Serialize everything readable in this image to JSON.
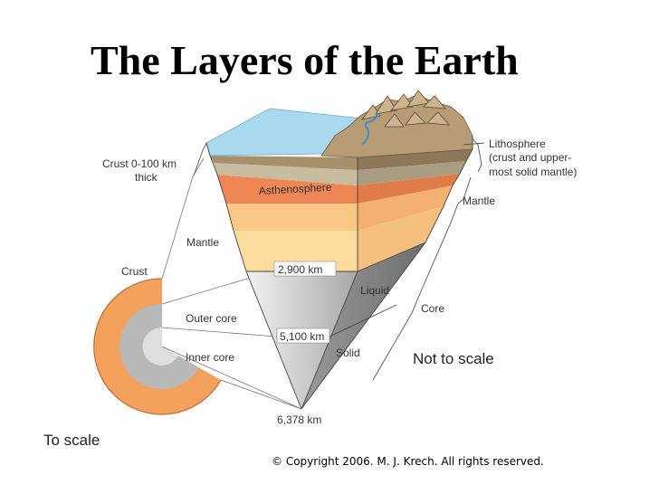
{
  "title": "The Layers of the Earth",
  "labels": {
    "crust_thickness_line1": "Crust 0-100 km",
    "crust_thickness_line2": "thick",
    "mantle_left": "Mantle",
    "crust_left": "Crust",
    "outer_core": "Outer core",
    "inner_core": "Inner core",
    "to_scale": "To scale",
    "asthenosphere": "Asthenosphere",
    "depth_2900": "2,900 km",
    "depth_5100": "5,100 km",
    "depth_6378": "6,378 km",
    "liquid": "Liquid",
    "solid": "Solid",
    "lithosphere_line1": "Lithosphere",
    "lithosphere_line2": "(crust and upper-",
    "lithosphere_line3": "most solid mantle)",
    "mantle_right": "Mantle",
    "core_right": "Core",
    "not_to_scale": "Not to scale"
  },
  "copyright": "© Copyright 2006.  M. J. Krech. All rights reserved.",
  "colors": {
    "ocean": "#a9d9ee",
    "crust_brown": "#9c8464",
    "lithosphere": "#bfb49a",
    "asthenosphere": "#ee8655",
    "mantle_upper": "#f6ad74",
    "mantle_mid": "#f9c887",
    "mantle_lower": "#fbdc9c",
    "outer_core_gray": "#a4a4a4",
    "inner_core_gray": "#d0d0d0"
  }
}
